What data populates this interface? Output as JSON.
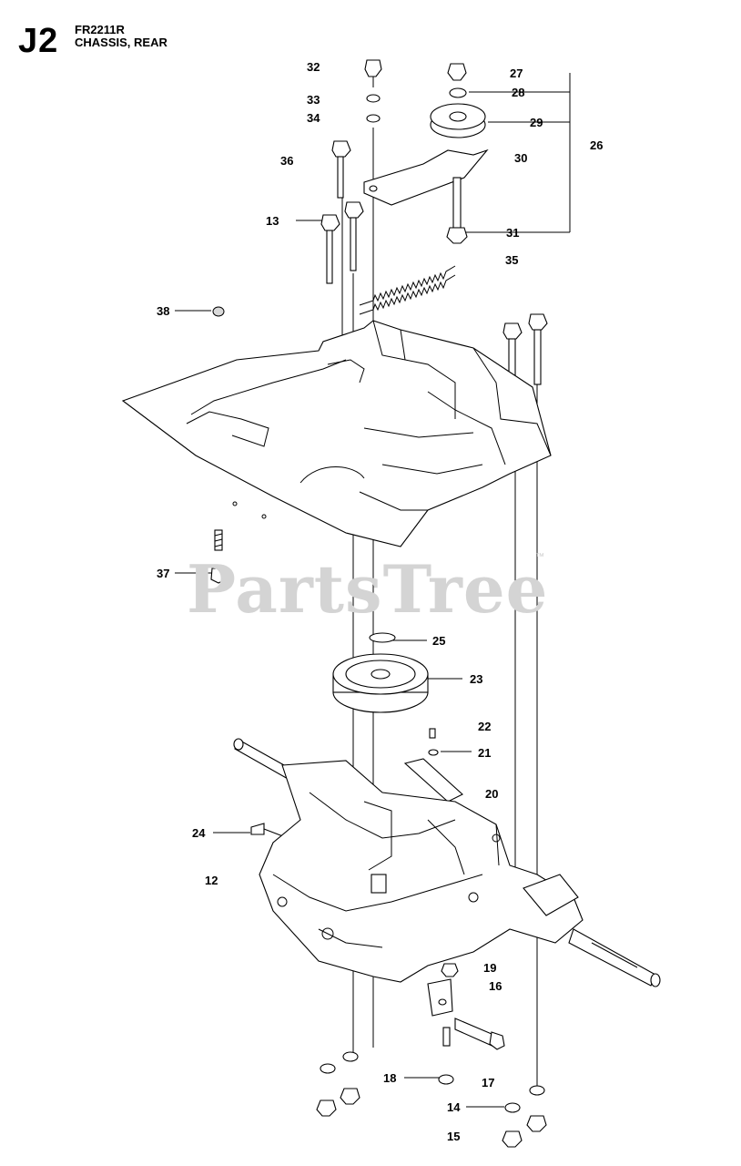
{
  "header": {
    "section_code": "J2",
    "model": "FR2211R",
    "title": "CHASSIS, REAR"
  },
  "watermark": {
    "text": "PartsTree",
    "trademark": "™"
  },
  "callouts": [
    "32",
    "33",
    "34",
    "36",
    "13",
    "38",
    "37",
    "27",
    "28",
    "29",
    "30",
    "26",
    "31",
    "35",
    "25",
    "23",
    "22",
    "21",
    "20",
    "24",
    "12",
    "19",
    "16",
    "18",
    "17",
    "14",
    "15"
  ],
  "colors": {
    "line": "#000000",
    "watermark": "#d4d4d4"
  }
}
